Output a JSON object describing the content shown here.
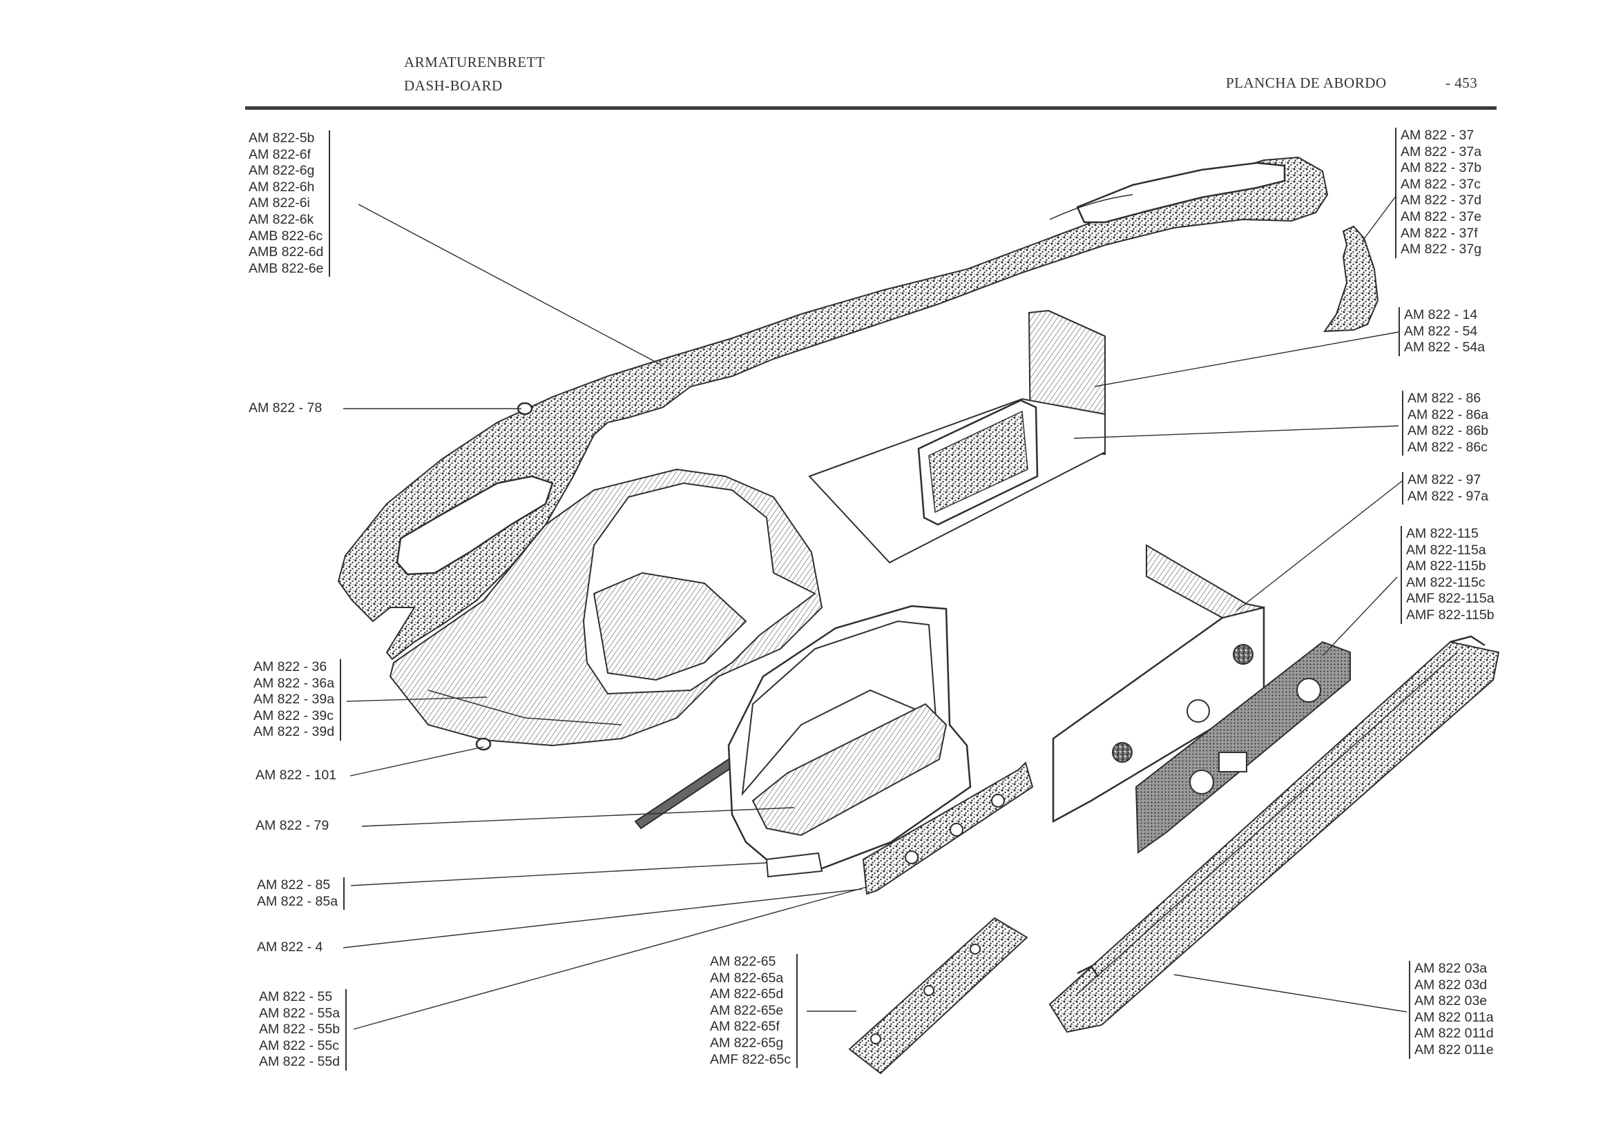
{
  "header": {
    "title_de": "ARMATURENBRETT",
    "title_en": "DASH-BOARD",
    "title_es": "PLANCHA DE ABORDO",
    "page_number": "- 453"
  },
  "callouts": {
    "g1": [
      "AM  822-5b",
      "AM  822-6f",
      "AM  822-6g",
      "AM  822-6h",
      "AM  822-6i",
      "AM  822-6k",
      "AMB 822-6c",
      "AMB 822-6d",
      "AMB 822-6e"
    ],
    "g2": [
      "AM 822 - 78"
    ],
    "g3": [
      "AM 822 - 36",
      "AM 822 - 36a",
      "AM 822 - 39a",
      "AM 822 - 39c",
      "AM 822 - 39d"
    ],
    "g4": [
      "AM 822 - 101"
    ],
    "g5": [
      "AM 822 - 79"
    ],
    "g6": [
      "AM 822 - 85",
      "AM 822 - 85a"
    ],
    "g7": [
      "AM 822 - 4"
    ],
    "g8": [
      "AM 822 - 55",
      "AM 822 - 55a",
      "AM 822 - 55b",
      "AM 822 - 55c",
      "AM 822 - 55d"
    ],
    "g9": [
      "AM  822-65",
      "AM  822-65a",
      "AM  822-65d",
      "AM  822-65e",
      "AM  822-65f",
      "AM  822-65g",
      "AMF 822-65c"
    ],
    "g10": [
      "AM 822 - 37",
      "AM 822 - 37a",
      "AM 822 - 37b",
      "AM 822 - 37c",
      "AM 822 - 37d",
      "AM 822 - 37e",
      "AM 822 - 37f",
      "AM 822 - 37g"
    ],
    "g11": [
      "AM 822 - 14",
      "AM 822 - 54",
      "AM 822 - 54a"
    ],
    "g12": [
      "AM 822 - 86",
      "AM 822 - 86a",
      "AM 822 - 86b",
      "AM 822 - 86c"
    ],
    "g13": [
      "AM 822 - 97",
      "AM 822 - 97a"
    ],
    "g14": [
      "AM  822-115",
      "AM  822-115a",
      "AM  822-115b",
      "AM  822-115c",
      "AMF 822-115a",
      "AMF 822-115b"
    ],
    "g15": [
      "AM 822  03a",
      "AM 822  03d",
      "AM 822  03e",
      "AM 822  011a",
      "AM 822  011d",
      "AM 822  011e"
    ]
  },
  "diagram_colors": {
    "ink": "#2f2f2f",
    "texture": "#4a4a4a",
    "paper": "#ffffff"
  }
}
